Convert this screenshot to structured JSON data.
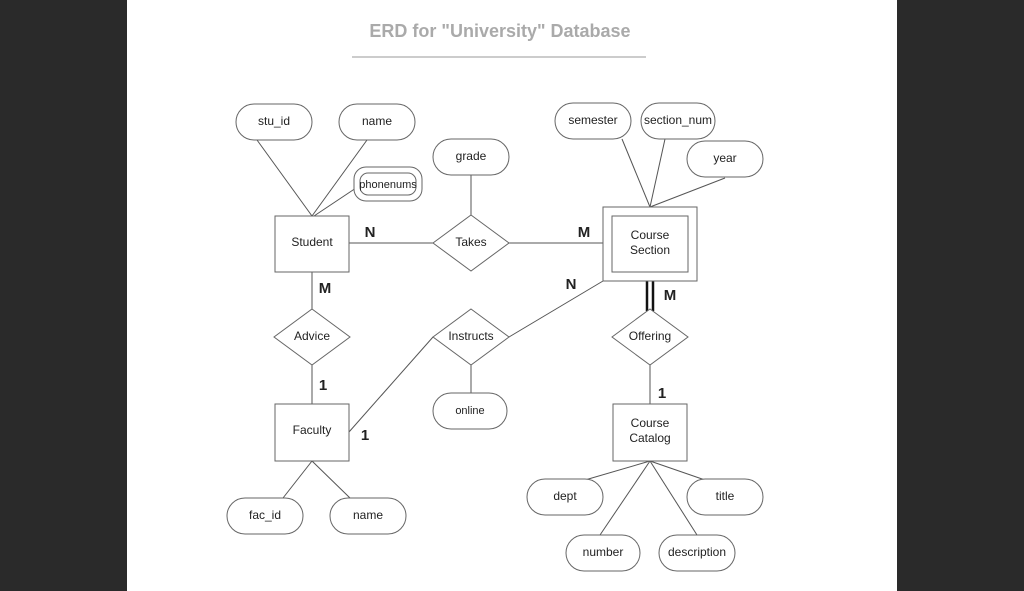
{
  "title": "ERD for \"University\" Database",
  "entities": {
    "student": "Student",
    "course_section": [
      "Course",
      "Section"
    ],
    "faculty": "Faculty",
    "course_catalog": [
      "Course",
      "Catalog"
    ]
  },
  "relationships": {
    "takes": "Takes",
    "advice": "Advice",
    "instructs": "Instructs",
    "offering": "Offering"
  },
  "attributes": {
    "stu_id": "stu_id",
    "student_name": "name",
    "phonenums": "phonenums",
    "grade": "grade",
    "semester": "semester",
    "section_num": "section_num",
    "year": "year",
    "online": "online",
    "fac_id": "fac_id",
    "faculty_name": "name",
    "dept": "dept",
    "title": "title",
    "number": "number",
    "description": "description"
  },
  "cardinalities": {
    "student_takes": "N",
    "takes_section": "M",
    "student_advice": "M",
    "advice_faculty": "1",
    "section_instructs": "N",
    "section_offering": "M",
    "offering_catalog": "1",
    "faculty_instructs": "1"
  }
}
